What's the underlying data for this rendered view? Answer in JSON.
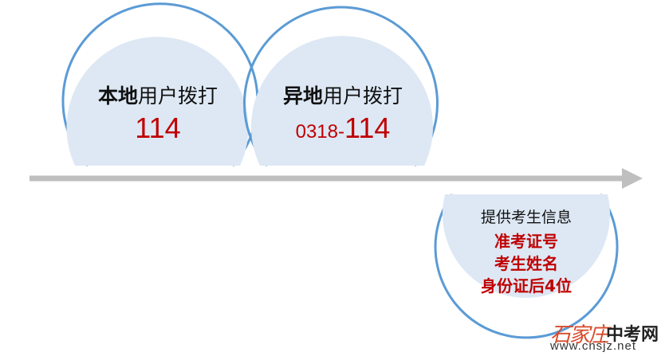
{
  "local": {
    "title_bold": "本地",
    "title_rest": "用户拨打",
    "number": "114"
  },
  "remote": {
    "title_bold": "异地",
    "title_rest": "用户拨打",
    "area_code": "0318-",
    "number": "114"
  },
  "info": {
    "heading": "提供考生信息",
    "items": [
      "准考证号",
      "考生姓名",
      "身份证后4位"
    ]
  },
  "watermark": {
    "logo_text": "石家庄",
    "brand": "中考网",
    "url": "www.cnsjz.net"
  },
  "colors": {
    "circle_fill": "#dde8f4",
    "circle_stroke": "#5b9bd5",
    "arrow": "#bfbfbf",
    "highlight": "#c00000"
  }
}
